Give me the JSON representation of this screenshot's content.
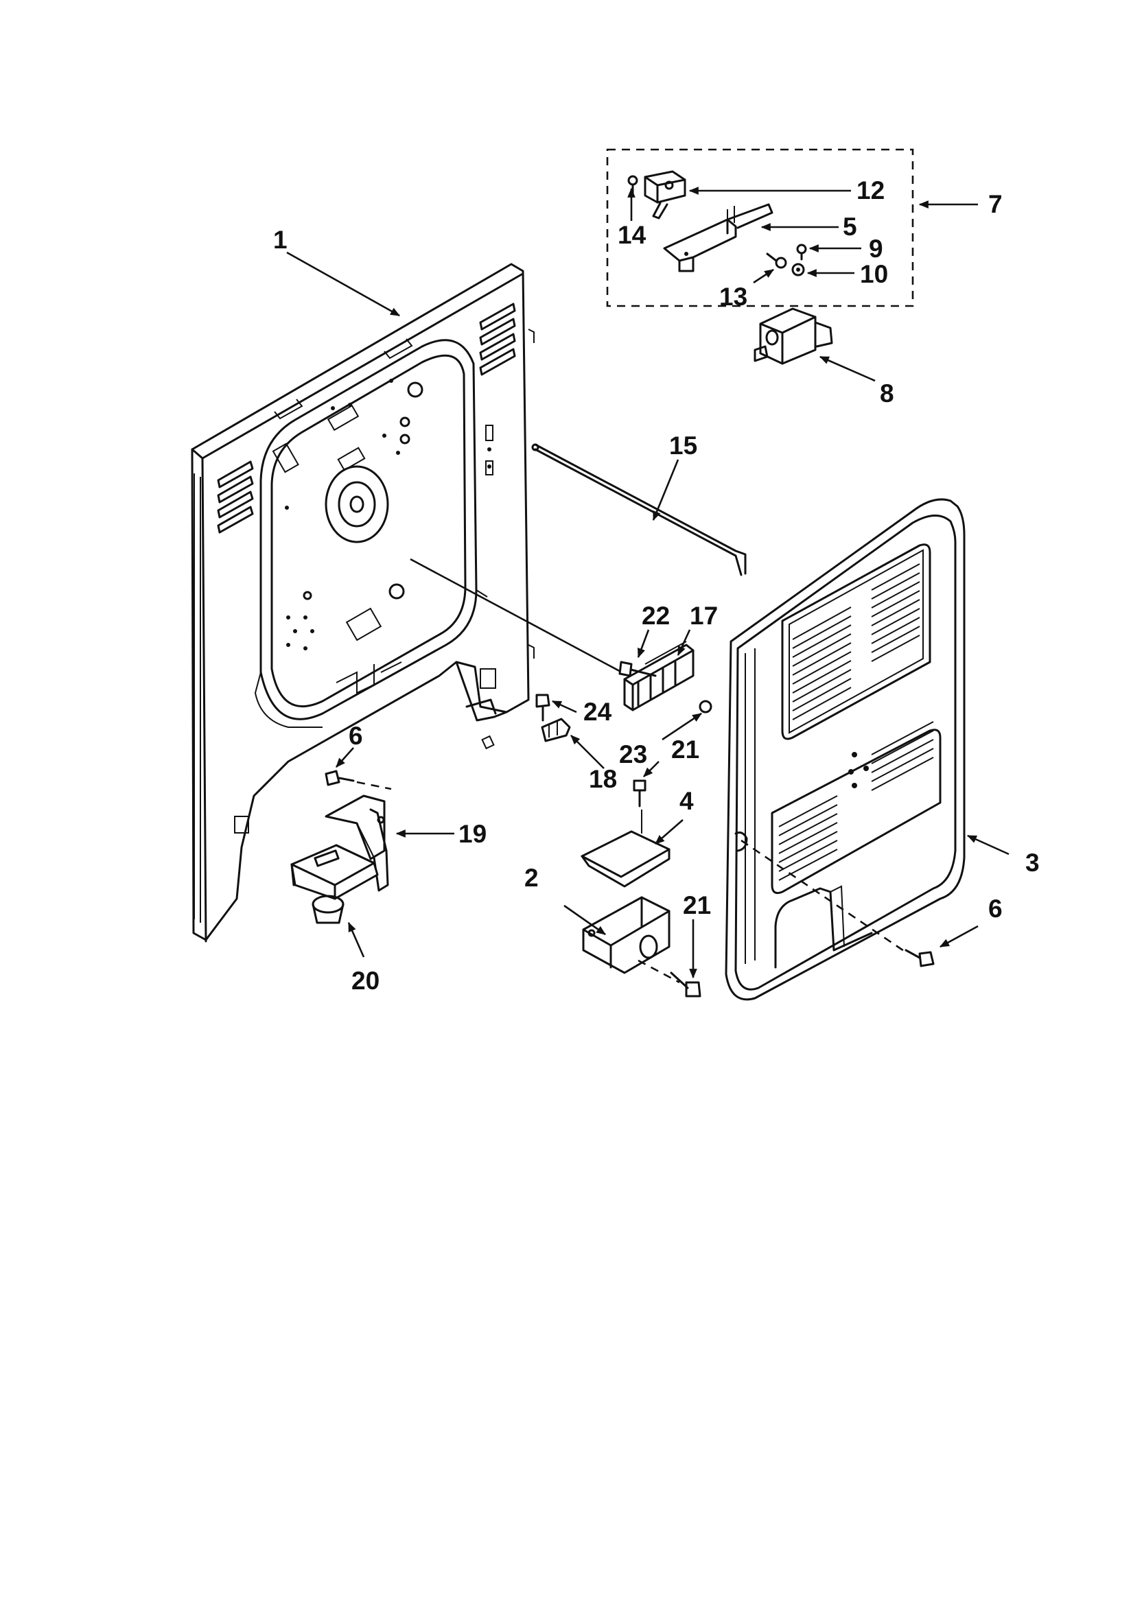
{
  "diagram": {
    "type": "exploded-parts-view",
    "callouts": [
      {
        "id": "c1",
        "label": "1"
      },
      {
        "id": "c2",
        "label": "2"
      },
      {
        "id": "c3",
        "label": "3"
      },
      {
        "id": "c4",
        "label": "4"
      },
      {
        "id": "c5",
        "label": "5"
      },
      {
        "id": "c6a",
        "label": "6"
      },
      {
        "id": "c6b",
        "label": "6"
      },
      {
        "id": "c7",
        "label": "7"
      },
      {
        "id": "c8",
        "label": "8"
      },
      {
        "id": "c9",
        "label": "9"
      },
      {
        "id": "c10",
        "label": "10"
      },
      {
        "id": "c12",
        "label": "12"
      },
      {
        "id": "c13",
        "label": "13"
      },
      {
        "id": "c14",
        "label": "14"
      },
      {
        "id": "c15",
        "label": "15"
      },
      {
        "id": "c17",
        "label": "17"
      },
      {
        "id": "c18",
        "label": "18"
      },
      {
        "id": "c19",
        "label": "19"
      },
      {
        "id": "c20",
        "label": "20"
      },
      {
        "id": "c21a",
        "label": "21"
      },
      {
        "id": "c21b",
        "label": "21"
      },
      {
        "id": "c22",
        "label": "22"
      },
      {
        "id": "c23",
        "label": "23"
      },
      {
        "id": "c24",
        "label": "24"
      }
    ]
  }
}
